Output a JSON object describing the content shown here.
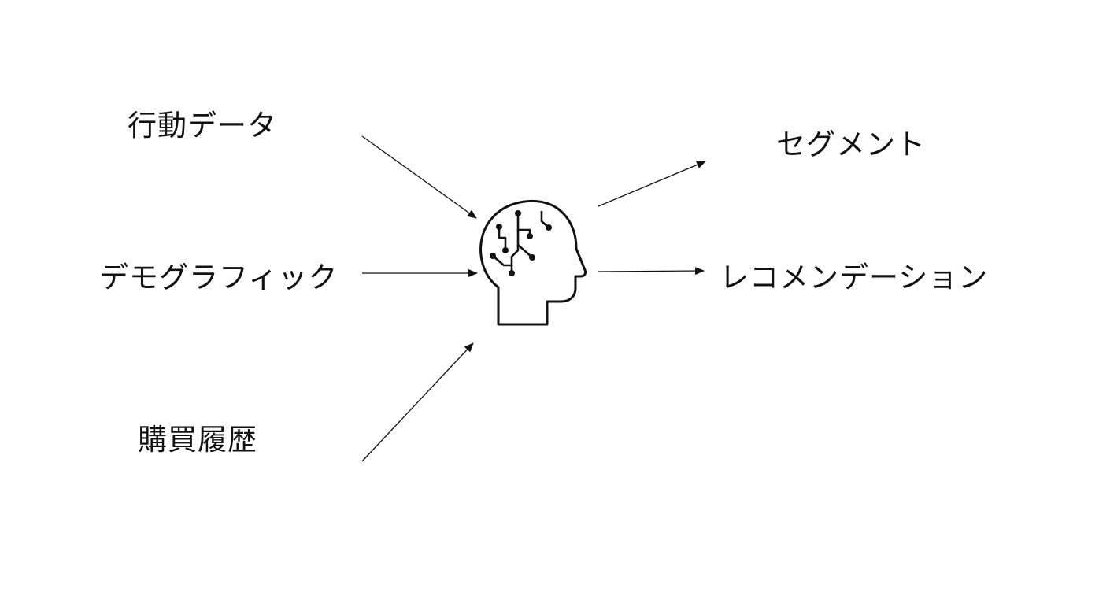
{
  "inputs": {
    "behavior": "行動データ",
    "demographic": "デモグラフィック",
    "purchase": "購買履歴"
  },
  "outputs": {
    "segment": "セグメント",
    "recommendation": "レコメンデーション"
  },
  "center_icon": "ai-brain-circuit-icon",
  "colors": {
    "stroke": "#111111",
    "background": "#ffffff"
  }
}
